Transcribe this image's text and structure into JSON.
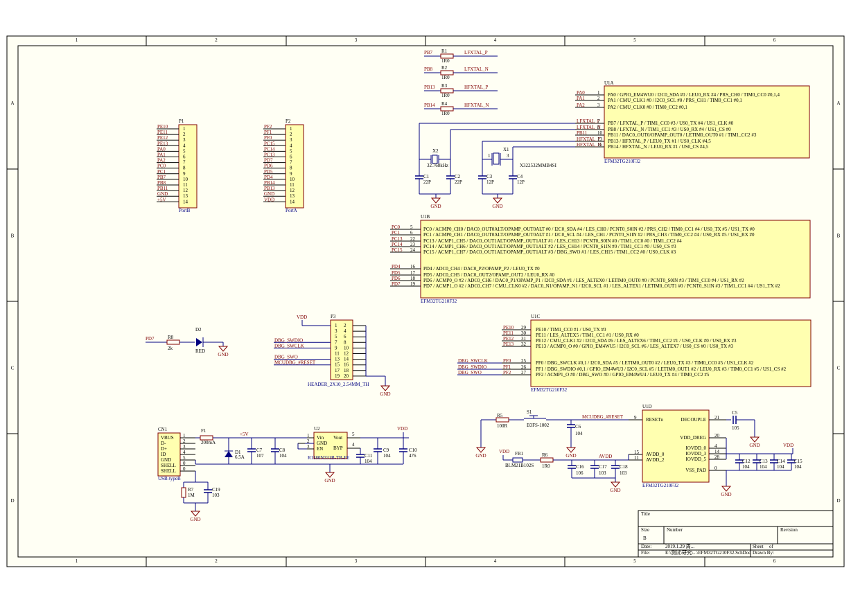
{
  "frame": {
    "col_labels": [
      "1",
      "2",
      "3",
      "4",
      "5",
      "6"
    ],
    "row_labels": [
      "A",
      "B",
      "C",
      "D"
    ]
  },
  "resistors_top": [
    {
      "net": "PB7",
      "ref": "R1",
      "value": "1R0",
      "out": "LFXTAL_P"
    },
    {
      "net": "PB8",
      "ref": "R2",
      "value": "1R0",
      "out": "LFXTAL_N"
    },
    {
      "net": "PB13",
      "ref": "R3",
      "value": "1R0",
      "out": "HFXTAL_P"
    },
    {
      "net": "PB14",
      "ref": "R4",
      "value": "1R0",
      "out": "HFXTAL_N"
    }
  ],
  "u1a": {
    "ref": "U1A",
    "part": "EFM32TG210F32",
    "pins": [
      {
        "net": "PA0",
        "num": "1",
        "name": "PA0 / GPIO_EM4WU0 / I2C0_SDA #0 / LEU0_RX #4 / PRS_CH0 / TIM0_CC0 #0,1,4"
      },
      {
        "net": "PA1",
        "num": "2",
        "name": "PA1 / CMU_CLK1 #0 / I2C0_SCL #0 / PRS_CH1 / TIM0_CC1 #0,1"
      },
      {
        "net": "PA2",
        "num": "3",
        "name": "PA2 / CMU_CLK0 #0 / TIM0_CC2 #0,1"
      },
      {
        "net": "LFXTAL_P",
        "num": "7",
        "name": "PB7 / LFXTAL_P / TIM1_CC0 #3 / US0_TX #4 / US1_CLK #0"
      },
      {
        "net": "LFXTAL_N",
        "num": "8",
        "name": "PB8 / LFXTAL_N / TIM1_CC1 #3 / US0_RX #4 / US1_CS #0"
      },
      {
        "net": "PB11",
        "num": "10",
        "name": "PB11 / DAC0_OUT0/OPAMP_OUT0 / LETIM0_OUT0 #1 / TIM1_CC2 #3"
      },
      {
        "net": "HFXTAL_P",
        "num": "13",
        "name": "PB13 / HFXTAL_P / LEU0_TX #1 / US0_CLK #4,5"
      },
      {
        "net": "HFXTAL_N",
        "num": "15",
        "name": "PB14 / HFXTAL_N / LEU0_RX #1 / US0_CS #4,5"
      }
    ]
  },
  "crystals": {
    "x2_ref": "X2",
    "x2_value": "32.768kHz",
    "x1_ref": "X1",
    "x1_value": "X322532MMB4SI",
    "x1_pin1": "1",
    "x1_pin3": "3",
    "c1": "C1",
    "c1_val": "22P",
    "c2": "C2",
    "c2_val": "22P",
    "c3": "C3",
    "c3_val": "12P",
    "c4": "C4",
    "c4_val": "12P",
    "gnd": "GND"
  },
  "p1": {
    "ref": "P1",
    "part": "PortB",
    "pins": [
      {
        "net": "PE10",
        "num": "1"
      },
      {
        "net": "PE11",
        "num": "2"
      },
      {
        "net": "PE12",
        "num": "3"
      },
      {
        "net": "PE13",
        "num": "4"
      },
      {
        "net": "PA0",
        "num": "5"
      },
      {
        "net": "PA1",
        "num": "6"
      },
      {
        "net": "PA2",
        "num": "7"
      },
      {
        "net": "PC0",
        "num": "8"
      },
      {
        "net": "PC1",
        "num": "9"
      },
      {
        "net": "PB7",
        "num": "10"
      },
      {
        "net": "PB8",
        "num": "11"
      },
      {
        "net": "PB11",
        "num": "12"
      },
      {
        "net": "GND",
        "num": "13"
      },
      {
        "net": "+5V",
        "num": "14"
      }
    ]
  },
  "p2": {
    "ref": "P2",
    "part": "PortA",
    "pins": [
      {
        "net": "PF2",
        "num": "1"
      },
      {
        "net": "PF1",
        "num": "2"
      },
      {
        "net": "PF0",
        "num": "3"
      },
      {
        "net": "PC15",
        "num": "4"
      },
      {
        "net": "PC14",
        "num": "5"
      },
      {
        "net": "PC13",
        "num": "6"
      },
      {
        "net": "PD7",
        "num": "7"
      },
      {
        "net": "PD6",
        "num": "8"
      },
      {
        "net": "PD5",
        "num": "9"
      },
      {
        "net": "PD4",
        "num": "10"
      },
      {
        "net": "PB14",
        "num": "11"
      },
      {
        "net": "PB13",
        "num": "12"
      },
      {
        "net": "GND",
        "num": "13"
      },
      {
        "net": "VDD",
        "num": "14"
      }
    ]
  },
  "u1b": {
    "ref": "U1B",
    "part": "EFM32TG210F32",
    "pins": [
      {
        "net": "PC0",
        "num": "5",
        "name": "PC0 / ACMP0_CH0 / DAC0_OUT0ALT/OPAMP_OUT0ALT #0 / I2C0_SDA #4 / LES_CH0 / PCNT0_S0IN #2 / PRS_CH2 / TIM0_CC1 #4 / US0_TX #5 / US1_TX #0"
      },
      {
        "net": "PC1",
        "num": "6",
        "name": "PC1 / ACMP0_CH1 / DAC0_OUT0ALT/OPAMP_OUT0ALT #1 / I2C0_SCL #4 / LES_CH1 / PCNT0_S1IN #2 / PRS_CH3 / TIM0_CC2 #4 / US0_RX #5 / US1_RX #0"
      },
      {
        "net": "PC13",
        "num": "22",
        "name": "PC13 / ACMP1_CH5 / DAC0_OUT1ALT/OPAMP_OUT1ALT #1 / LES_CH13 / PCNT0_S0IN #0 / TIM1_CC0 #0 / TIM1_CC2 #4"
      },
      {
        "net": "PC14",
        "num": "23",
        "name": "PC14 / ACMP1_CH6 / DAC0_OUT1ALT/OPAMP_OUT1ALT #2 / LES_CH14 / PCNT0_S1IN #0 / TIM1_CC1 #0 / US0_CS #3"
      },
      {
        "net": "PC15",
        "num": "24",
        "name": "PC15 / ACMP1_CH7 / DAC0_OUT1ALT/OPAMP_OUT1ALT #3 / DBG_SWO #1 / LES_CH15 / TIM1_CC2 #0 / US0_CLK #3"
      },
      {
        "net": "PD4",
        "num": "16",
        "name": "PD4 / ADC0_CH4 / DAC0_P2/OPAMP_P2 / LEU0_TX #0"
      },
      {
        "net": "PD5",
        "num": "17",
        "name": "PD5 / ADC0_CH5 / DAC0_OUT2/OPAMP_OUT2 / LEU0_RX #0"
      },
      {
        "net": "PD6",
        "num": "18",
        "name": "PD6 / ACMP0_O #2 / ADC0_CH6 / DAC0_P1/OPAMP_P1 / I2C0_SDA #1 / LES_ALTEX0 / LETIM0_OUT0 #0 / PCNT0_S0IN #3 / TIM1_CC0 #4 / US1_RX #2"
      },
      {
        "net": "PD7",
        "num": "19",
        "name": "PD7 / ACMP1_O #2 / ADC0_CH7 / CMU_CLK0 #2 / DAC0_N1/OPAMP_N1 / I2C0_SCL #1 / LES_ALTEX1 / LETIM0_OUT1 #0 / PCNT0_S1IN #3 / TIM1_CC1 #4 / US1_TX #2"
      }
    ]
  },
  "led": {
    "net": "PD7",
    "r_ref": "R8",
    "r_val": "2k",
    "d_ref": "D2",
    "d_val": "RED",
    "gnd": "GND"
  },
  "p3": {
    "ref": "P3",
    "part": "HEADER_2X10_2.54MM_TH",
    "vdd": "VDD",
    "gnd": "GND",
    "left_nums": [
      "1",
      "3",
      "5",
      "7",
      "9",
      "11",
      "13",
      "15",
      "17",
      "19"
    ],
    "right_nums": [
      "2",
      "4",
      "6",
      "8",
      "10",
      "12",
      "14",
      "16",
      "18",
      "20"
    ],
    "nets": [
      {
        "net": "DBG_SWDIO",
        "row": 3
      },
      {
        "net": "DBG_SWCLK",
        "row": 4
      },
      {
        "net": "DBG_SWO",
        "row": 6
      },
      {
        "net": "MCUDBG_#RESET",
        "row": 7
      }
    ]
  },
  "u1c": {
    "ref": "U1C",
    "part": "EFM32TG210F32",
    "pins": [
      {
        "net": "PE10",
        "num": "29",
        "name": "PE10 / TIM1_CC0 #1 / US0_TX #0"
      },
      {
        "net": "PE11",
        "num": "30",
        "name": "PE11 / LES_ALTEX5 / TIM1_CC1 #1 / US0_RX #0"
      },
      {
        "net": "PE12",
        "num": "31",
        "name": "PE12 / CMU_CLK1 #2 / I2C0_SDA #6 / LES_ALTEX6 / TIM1_CC2 #1 / US0_CLK #0 / US0_RX #3"
      },
      {
        "net": "PE13",
        "num": "32",
        "name": "PE13 / ACMP0_O #0 / GPIO_EM4WU5 / I2C0_SCL #6 / LES_ALTEX7 / US0_CS #0 / US0_TX #3"
      },
      {
        "net": "PF0",
        "num": "25",
        "name": "PF0 / DBG_SWCLK #0,1 / I2C0_SDA #5 / LETIM0_OUT0 #2 / LEU0_TX #3 / TIM0_CC0 #5 / US1_CLK #2"
      },
      {
        "net": "PF1",
        "num": "26",
        "name": "PF1 / DBG_SWDIO #0,1 / GPIO_EM4WU3 / I2C0_SCL #5 / LETIM0_OUT1 #2 / LEU0_RX #3 / TIM0_CC1 #5 / US1_CS #2"
      },
      {
        "net": "PF2",
        "num": "27",
        "name": "PF2 / ACMP1_O #0 / DBG_SWO #0 / GPIO_EM4WU4 / LEU0_TX #4 / TIM0_CC2 #5"
      }
    ],
    "ext_nets": [
      "DBG_SWCLK",
      "DBG_SWDIO",
      "DBG_SWO"
    ]
  },
  "usb": {
    "ref": "CN1",
    "part": "USB-typeB",
    "pins": [
      {
        "name": "VBUS",
        "num": "1"
      },
      {
        "name": "D-",
        "num": "2"
      },
      {
        "name": "D+",
        "num": "3"
      },
      {
        "name": "ID",
        "num": "4"
      },
      {
        "name": "GND",
        "num": "5"
      },
      {
        "name": "SHELL",
        "num": "0"
      },
      {
        "name": "SHELL",
        "num": "0"
      }
    ],
    "f1": "F1",
    "f1_val": "200mA",
    "d1": "D1",
    "d1_val": "6.5A",
    "plus5": "+5V",
    "c7": "C7",
    "c7_val": "107",
    "c8": "C8",
    "c8_val": "104",
    "r7": "R7",
    "r7_val": "1M",
    "c19": "C19",
    "c19_val": "103",
    "gnd": "GND"
  },
  "u2": {
    "ref": "U2",
    "part": "R1180N331B-TR-FE",
    "pins_left": [
      {
        "name": "Vin",
        "num": "1"
      },
      {
        "name": "GND",
        "num": "2"
      },
      {
        "name": "EN",
        "num": "3"
      }
    ],
    "pins_right": [
      {
        "name": "Vout",
        "num": "5"
      },
      {
        "name": "BYP",
        "num": "4"
      }
    ],
    "c11": "C11",
    "c11_val": "104",
    "c9": "C9",
    "c9_val": "104",
    "c10": "C10",
    "c10_val": "476",
    "vdd": "VDD",
    "gnd": "GND"
  },
  "reset": {
    "r5": "R5",
    "r5_val": "100R",
    "s1": "S1",
    "s1_val": "B3FS-1002",
    "net": "MCUDBG_#RESET",
    "c6": "C6",
    "c6_val": "104",
    "gnd": "GND",
    "fb1": "FB1",
    "fb1_val": "BLM21B102S",
    "vdd": "VDD",
    "r6": "R6",
    "r6_val": "1R0",
    "avdd": "AVDD",
    "c16": "C16",
    "c16_val": "106",
    "c17": "C17",
    "c17_val": "103",
    "c18": "C18",
    "c18_val": "103"
  },
  "u1d": {
    "ref": "U1D",
    "part": "EFM32TG210F32",
    "left": [
      {
        "name": "RESETn",
        "num": "9"
      },
      {
        "name": "AVDD_0",
        "num": "15"
      },
      {
        "name": "AVDD_2",
        "num": "11"
      }
    ],
    "right": [
      {
        "name": "DECOUPLE",
        "num": "21"
      },
      {
        "name": "VDD_DREG",
        "num": "20"
      },
      {
        "name": "IOVDD_0",
        "num": "4"
      },
      {
        "name": "IOVDD_3",
        "num": "14"
      },
      {
        "name": "IOVDD_5",
        "num": "28"
      },
      {
        "name": "VSS_PAD",
        "num": "0"
      }
    ],
    "c5": "C5",
    "c5_val": "105",
    "vdd": "VDD",
    "gnd": "GND",
    "c12": "C12",
    "c12_val": "104",
    "c13": "C13",
    "c13_val": "104",
    "c14": "C14",
    "c14_val": "104",
    "c15": "C15",
    "c15_val": "104"
  },
  "title_block": {
    "title": "Title",
    "size_label": "Size",
    "size": "B",
    "number_label": "Number",
    "revision_label": "Revision",
    "date_label": "Date:",
    "date": "2019.1.29 周...",
    "sheet_label": "Sheet",
    "of_label": "of",
    "file_label": "File:",
    "file": "E:\\测试\\研究\\...\\EFM32TG210F32.SchDoc",
    "drawn_label": "Drawn By:"
  }
}
